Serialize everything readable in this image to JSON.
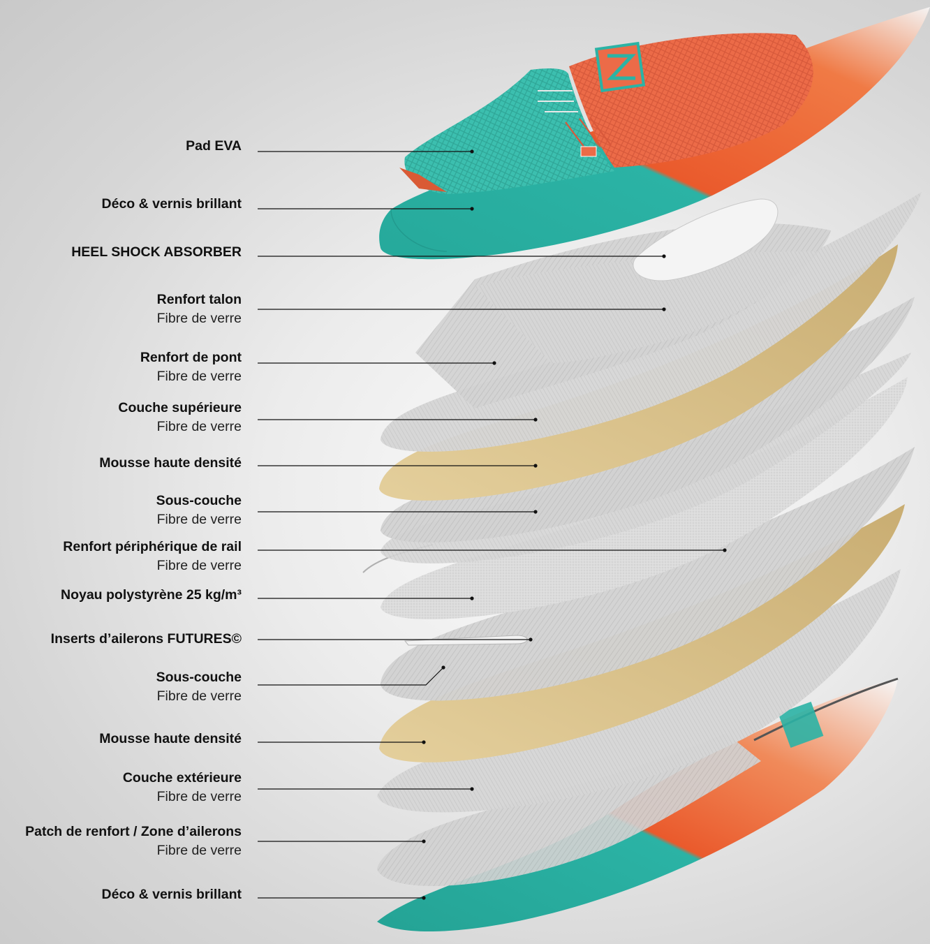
{
  "layers": [
    {
      "title": "Pad EVA",
      "sub": ""
    },
    {
      "title": "Déco & vernis brillant",
      "sub": ""
    },
    {
      "title": "HEEL SHOCK ABSORBER",
      "sub": ""
    },
    {
      "title": "Renfort talon",
      "sub": "Fibre de verre"
    },
    {
      "title": "Renfort de pont",
      "sub": "Fibre de verre"
    },
    {
      "title": "Couche supérieure",
      "sub": "Fibre de verre"
    },
    {
      "title": "Mousse haute densité",
      "sub": ""
    },
    {
      "title": "Sous-couche",
      "sub": "Fibre de verre"
    },
    {
      "title": "Renfort périphérique de rail",
      "sub": "Fibre de verre"
    },
    {
      "title": "Noyau polystyrène 25 kg/m³",
      "sub": ""
    },
    {
      "title": "Inserts d’ailerons FUTURES©",
      "sub": ""
    },
    {
      "title": "Sous-couche",
      "sub": "Fibre de verre"
    },
    {
      "title": "Mousse haute densité",
      "sub": ""
    },
    {
      "title": "Couche extérieure",
      "sub": "Fibre de verre"
    },
    {
      "title": "Patch de renfort / Zone d’ailerons",
      "sub": "Fibre de verre"
    },
    {
      "title": "Déco & vernis brillant",
      "sub": ""
    }
  ],
  "colors": {
    "teal": "#2bb3a5",
    "orange": "#f0643c",
    "foam": "#d9c38d",
    "fiberglass": "#d8d8d8",
    "line": "#111111"
  }
}
